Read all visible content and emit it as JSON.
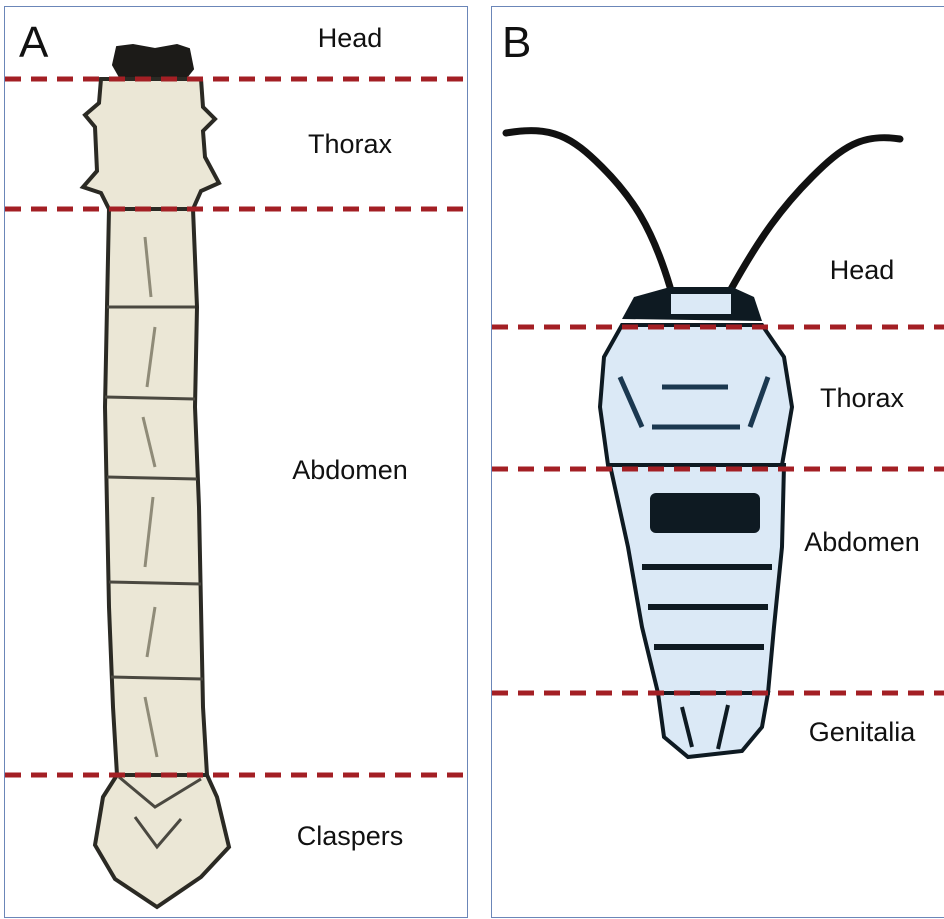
{
  "panels": [
    {
      "letter": "A",
      "labels": [
        "Head",
        "Thorax",
        "Abdomen",
        "Claspers"
      ]
    },
    {
      "letter": "B",
      "labels": [
        "Head",
        "Thorax",
        "Abdomen",
        "Genitalia"
      ]
    }
  ],
  "colors": {
    "divider": "#a31f24",
    "panel_border": "#6b86b8",
    "larva_fill": "#ebe7d6",
    "larva_outline": "#2b2a24",
    "moth_fill": "#dbe9f6",
    "moth_dark": "#0e1a22"
  }
}
